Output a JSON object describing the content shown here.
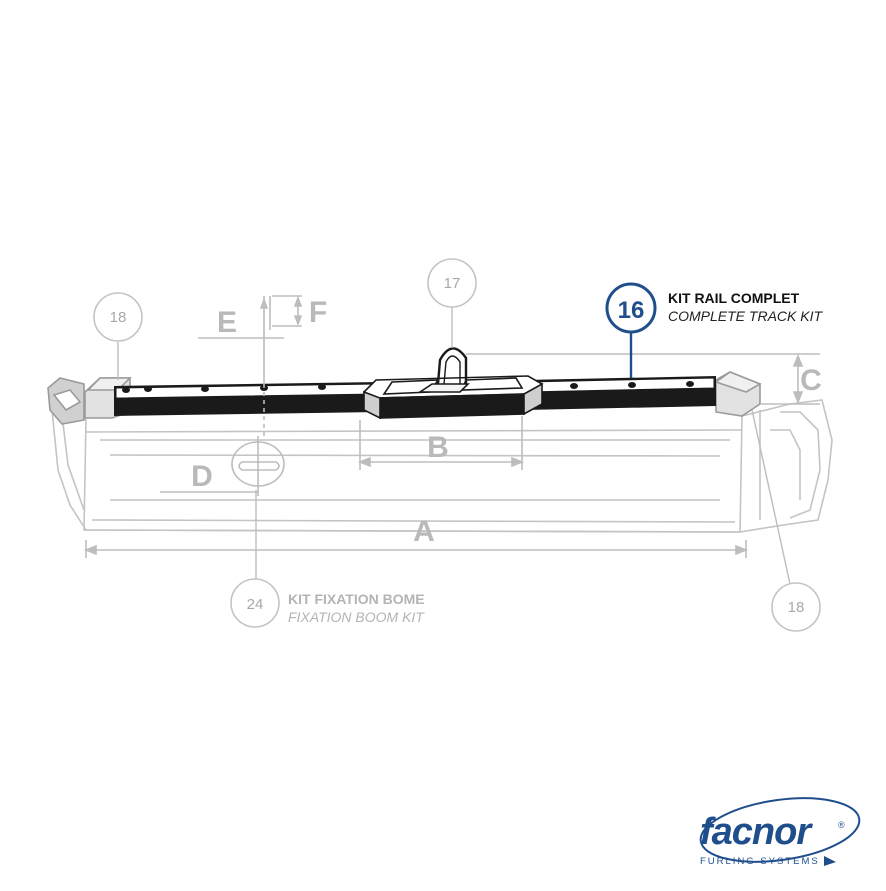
{
  "callouts": {
    "c16": {
      "number": "16",
      "title": "KIT RAIL COMPLET",
      "subtitle": "COMPLETE TRACK KIT"
    },
    "c17": {
      "number": "17"
    },
    "c18_left": {
      "number": "18"
    },
    "c18_right": {
      "number": "18"
    },
    "c24": {
      "number": "24",
      "title": "KIT FIXATION BOME",
      "subtitle": "FIXATION BOOM KIT"
    }
  },
  "dimensions": {
    "a": "A",
    "b": "B",
    "c": "C",
    "d": "D",
    "e": "E",
    "f": "F"
  },
  "brand": {
    "name": "facnor",
    "registered": "®",
    "tagline": "FURLING SYSTEMS"
  },
  "colors": {
    "accent": "#1f4e8c",
    "drawing_grey": "#b5b5b5",
    "rail_dark": "#1a1a1a"
  }
}
